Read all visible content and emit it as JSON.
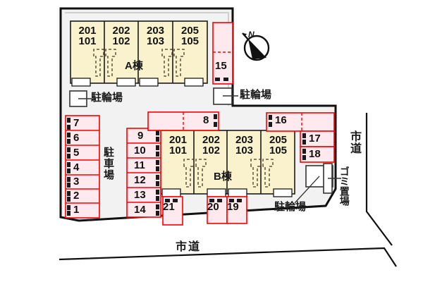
{
  "plan": {
    "title": "apartment-site-plan",
    "colors": {
      "building_fill": "#f9f2cd",
      "building_stroke": "#1a1a1a",
      "parking_fill": "#fde9ee",
      "parking_stroke": "#ff0000",
      "site_fill": "#f2f2f2",
      "site_stroke": "#111111",
      "text": "#111111"
    }
  },
  "buildings": [
    {
      "name": "A棟",
      "id": "building-a",
      "units": [
        {
          "upper": "201",
          "lower": "101"
        },
        {
          "upper": "202",
          "lower": "102"
        },
        {
          "upper": "203",
          "lower": "103"
        },
        {
          "upper": "205",
          "lower": "105"
        }
      ]
    },
    {
      "name": "B棟",
      "id": "building-b",
      "units": [
        {
          "upper": "201",
          "lower": "101"
        },
        {
          "upper": "202",
          "lower": "102"
        },
        {
          "upper": "203",
          "lower": "103"
        },
        {
          "upper": "205",
          "lower": "105"
        }
      ]
    }
  ],
  "parking": {
    "label": "駐車場",
    "left_column": [
      "7",
      "6",
      "5",
      "4",
      "3",
      "2",
      "1"
    ],
    "mid_column": [
      "9",
      "10",
      "11",
      "12",
      "13",
      "14"
    ],
    "top_right_stall": "15",
    "top_mid_stall": "8",
    "right_column": [
      "16",
      "17",
      "18"
    ],
    "bottom_stalls": [
      "21",
      "20",
      "19"
    ]
  },
  "facilities": {
    "bicycle_label": "駐輪場",
    "bicycle_count": 3,
    "garbage_label": "ゴミ置場"
  },
  "roads": {
    "bottom": "市道",
    "right": "市道"
  },
  "compass": {
    "north_label": "N"
  }
}
